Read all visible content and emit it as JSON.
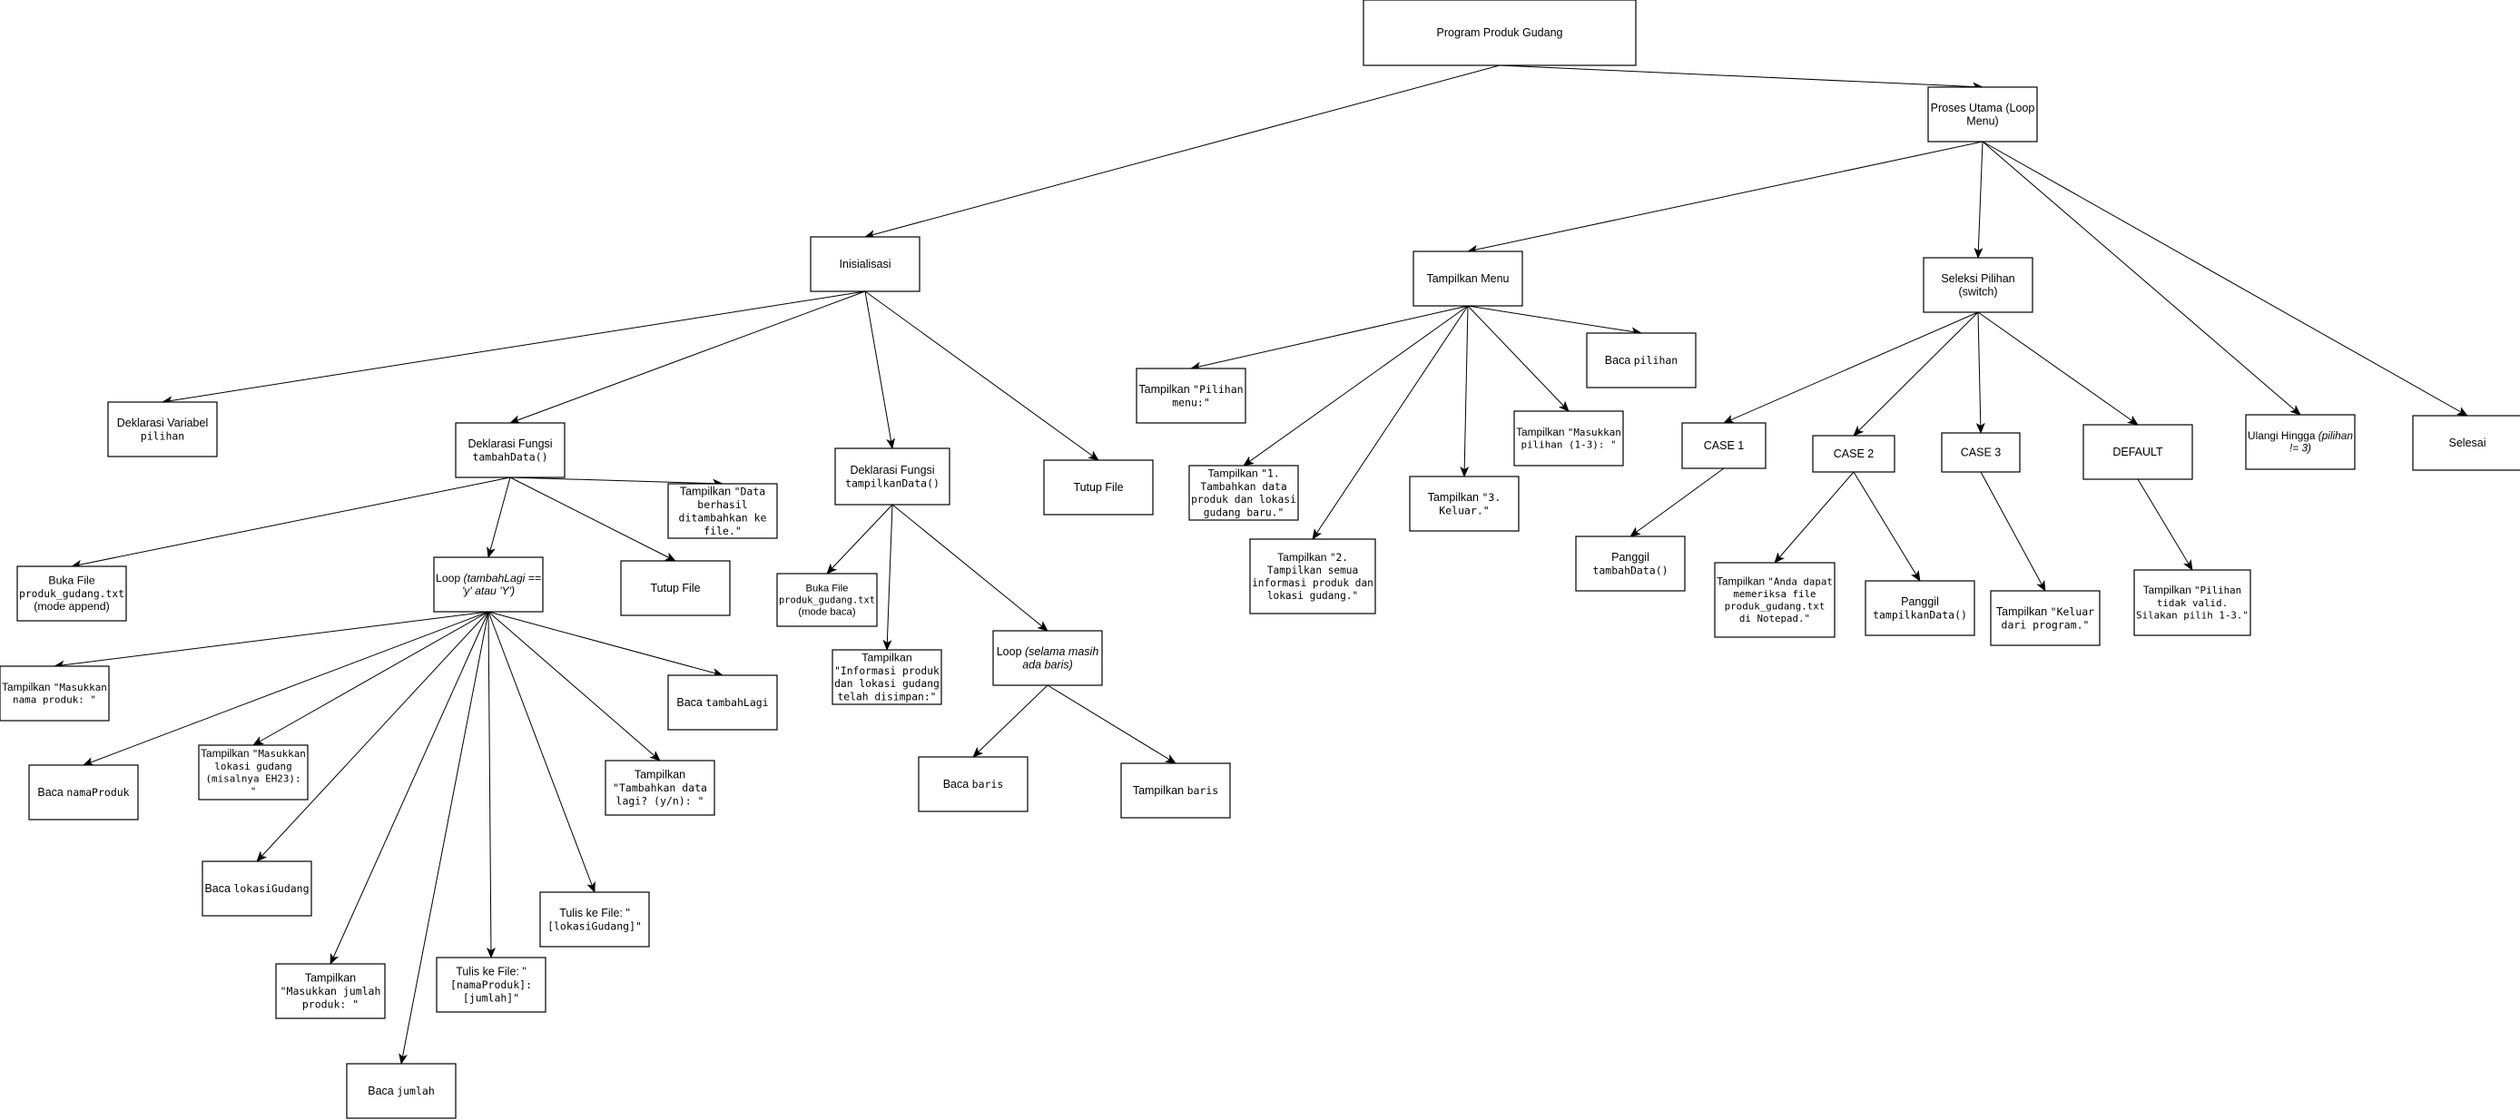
{
  "nodes": [
    {
      "id": "root",
      "lines": [
        [
          {
            "t": "Program Produk Gudang"
          }
        ]
      ]
    },
    {
      "id": "proses-utama",
      "lines": [
        [
          {
            "t": "Proses Utama (Loop"
          }
        ],
        [
          {
            "t": "Menu)"
          }
        ]
      ]
    },
    {
      "id": "inisialisasi",
      "lines": [
        [
          {
            "t": "Inisialisasi"
          }
        ]
      ]
    },
    {
      "id": "tampilkan-menu",
      "lines": [
        [
          {
            "t": "Tampilkan Menu"
          }
        ]
      ]
    },
    {
      "id": "seleksi-pilihan",
      "lines": [
        [
          {
            "t": "Seleksi Pilihan"
          }
        ],
        [
          {
            "t": "(switch)"
          }
        ]
      ]
    },
    {
      "id": "deklarasi-variabel",
      "lines": [
        [
          {
            "t": "Deklarasi Variabel"
          }
        ],
        [
          {
            "t": "pilihan",
            "m": 1
          }
        ]
      ]
    },
    {
      "id": "deklarasi-tambahdata",
      "lines": [
        [
          {
            "t": "Deklarasi Fungsi"
          }
        ],
        [
          {
            "t": "tambahData()",
            "m": 1
          }
        ]
      ]
    },
    {
      "id": "deklarasi-tampilkandata",
      "lines": [
        [
          {
            "t": "Deklarasi Fungsi"
          }
        ],
        [
          {
            "t": "tampilkanData()",
            "m": 1
          }
        ]
      ]
    },
    {
      "id": "tutup-file-init",
      "lines": [
        [
          {
            "t": "Tutup File"
          }
        ]
      ]
    },
    {
      "id": "tampilkan-pilihan-menu",
      "lines": [
        [
          {
            "t": "Tampilkan "
          },
          {
            "t": "\"Pilihan",
            "m": 1
          }
        ],
        [
          {
            "t": "menu:\"",
            "m": 1
          }
        ]
      ]
    },
    {
      "id": "baca-pilihan",
      "lines": [
        [
          {
            "t": "Baca "
          },
          {
            "t": "pilihan",
            "m": 1
          }
        ]
      ]
    },
    {
      "id": "tampilkan-masukkan-pilihan",
      "lines": [
        [
          {
            "t": "Tampilkan "
          },
          {
            "t": "\"Masukkan",
            "m": 1
          }
        ],
        [
          {
            "t": "pilihan (1-3): \"",
            "m": 1
          }
        ]
      ]
    },
    {
      "id": "tampilkan-1",
      "lines": [
        [
          {
            "t": "Tampilkan "
          },
          {
            "t": "\"1.",
            "m": 1
          }
        ],
        [
          {
            "t": "Tambahkan data",
            "m": 1
          }
        ],
        [
          {
            "t": "produk dan lokasi",
            "m": 1
          }
        ],
        [
          {
            "t": "gudang baru.\"",
            "m": 1
          }
        ]
      ]
    },
    {
      "id": "tampilkan-3",
      "lines": [
        [
          {
            "t": "Tampilkan "
          },
          {
            "t": "\"3.",
            "m": 1
          }
        ],
        [
          {
            "t": "Keluar.\"",
            "m": 1
          }
        ]
      ]
    },
    {
      "id": "tampilkan-2",
      "lines": [
        [
          {
            "t": "Tampilkan "
          },
          {
            "t": "\"2.",
            "m": 1
          }
        ],
        [
          {
            "t": "Tampilkan semua",
            "m": 1
          }
        ],
        [
          {
            "t": "informasi produk dan",
            "m": 1
          }
        ],
        [
          {
            "t": "lokasi gudang.\"",
            "m": 1
          }
        ]
      ]
    },
    {
      "id": "buka-file-append",
      "lines": [
        [
          {
            "t": "Buka File"
          }
        ],
        [
          {
            "t": "produk_gudang.txt",
            "m": 1
          }
        ],
        [
          {
            "t": "(mode append)"
          }
        ]
      ]
    },
    {
      "id": "loop-tambahlagi",
      "lines": [
        [
          {
            "t": "Loop "
          },
          {
            "t": "(tambahLagi ==",
            "i": 1
          }
        ],
        [
          {
            "t": "'y' atau 'Y')",
            "i": 1
          }
        ]
      ]
    },
    {
      "id": "tutup-file-tambah",
      "lines": [
        [
          {
            "t": "Tutup File"
          }
        ]
      ]
    },
    {
      "id": "tampilkan-data-berhasil",
      "lines": [
        [
          {
            "t": "Tampilkan "
          },
          {
            "t": "\"Data",
            "m": 1
          }
        ],
        [
          {
            "t": "berhasil",
            "m": 1
          }
        ],
        [
          {
            "t": "ditambahkan ke",
            "m": 1
          }
        ],
        [
          {
            "t": "file.\"",
            "m": 1
          }
        ]
      ]
    },
    {
      "id": "buka-file-baca",
      "lines": [
        [
          {
            "t": "Buka File"
          }
        ],
        [
          {
            "t": "produk_gudang.txt",
            "m": 1
          }
        ],
        [
          {
            "t": "(mode baca)"
          }
        ]
      ]
    },
    {
      "id": "tampilkan-informasi",
      "lines": [
        [
          {
            "t": "Tampilkan"
          }
        ],
        [
          {
            "t": "\"Informasi produk",
            "m": 1
          }
        ],
        [
          {
            "t": "dan lokasi gudang",
            "m": 1
          }
        ],
        [
          {
            "t": "telah disimpan:\"",
            "m": 1
          }
        ]
      ]
    },
    {
      "id": "loop-baris",
      "lines": [
        [
          {
            "t": "Loop "
          },
          {
            "t": "(selama masih",
            "i": 1
          }
        ],
        [
          {
            "t": "ada baris)",
            "i": 1
          }
        ]
      ]
    },
    {
      "id": "baca-baris",
      "lines": [
        [
          {
            "t": "Baca "
          },
          {
            "t": "baris",
            "m": 1
          }
        ]
      ]
    },
    {
      "id": "tampilkan-baris",
      "lines": [
        [
          {
            "t": "Tampilkan "
          },
          {
            "t": "baris",
            "m": 1
          }
        ]
      ]
    },
    {
      "id": "tampilkan-masukkan-nama",
      "lines": [
        [
          {
            "t": "Tampilkan "
          },
          {
            "t": "\"Masukkan",
            "m": 1
          }
        ],
        [
          {
            "t": "nama produk: \"",
            "m": 1
          }
        ]
      ]
    },
    {
      "id": "baca-tambahlagi",
      "lines": [
        [
          {
            "t": "Baca "
          },
          {
            "t": "tambahLagi",
            "m": 1
          }
        ]
      ]
    },
    {
      "id": "baca-namaproduk",
      "lines": [
        [
          {
            "t": "Baca "
          },
          {
            "t": "namaProduk",
            "m": 1
          }
        ]
      ]
    },
    {
      "id": "tampilkan-masukkan-lokasi",
      "lines": [
        [
          {
            "t": "Tampilkan "
          },
          {
            "t": "\"Masukkan",
            "m": 1
          }
        ],
        [
          {
            "t": "lokasi gudang",
            "m": 1
          }
        ],
        [
          {
            "t": "(misalnya EH23):",
            "m": 1
          }
        ],
        [
          {
            "t": "\"",
            "m": 1
          }
        ]
      ]
    },
    {
      "id": "tampilkan-tambahkan-lagi",
      "lines": [
        [
          {
            "t": "Tampilkan"
          }
        ],
        [
          {
            "t": "\"Tambahkan data",
            "m": 1
          }
        ],
        [
          {
            "t": "lagi? (y/n): \"",
            "m": 1
          }
        ]
      ]
    },
    {
      "id": "baca-lokasigudang",
      "lines": [
        [
          {
            "t": "Baca "
          },
          {
            "t": "lokasiGudang",
            "m": 1
          }
        ]
      ]
    },
    {
      "id": "tulis-lokasigudang",
      "lines": [
        [
          {
            "t": "Tulis ke File: \""
          }
        ],
        [
          {
            "t": "[lokasiGudang]\"",
            "m": 1
          }
        ]
      ]
    },
    {
      "id": "tampilkan-masukkan-jumlah",
      "lines": [
        [
          {
            "t": "Tampilkan"
          }
        ],
        [
          {
            "t": "\"Masukkan jumlah",
            "m": 1
          }
        ],
        [
          {
            "t": "produk: \"",
            "m": 1
          }
        ]
      ]
    },
    {
      "id": "tulis-namaproduk-jumlah",
      "lines": [
        [
          {
            "t": "Tulis ke File: \""
          }
        ],
        [
          {
            "t": "[namaProduk]:",
            "m": 1
          }
        ],
        [
          {
            "t": "[jumlah]\"",
            "m": 1
          }
        ]
      ]
    },
    {
      "id": "baca-jumlah",
      "lines": [
        [
          {
            "t": "Baca "
          },
          {
            "t": "jumlah",
            "m": 1
          }
        ]
      ]
    },
    {
      "id": "case-1",
      "lines": [
        [
          {
            "t": "CASE 1"
          }
        ]
      ]
    },
    {
      "id": "case-2",
      "lines": [
        [
          {
            "t": "CASE 2"
          }
        ]
      ]
    },
    {
      "id": "case-3",
      "lines": [
        [
          {
            "t": "CASE 3"
          }
        ]
      ]
    },
    {
      "id": "default",
      "lines": [
        [
          {
            "t": "DEFAULT"
          }
        ]
      ]
    },
    {
      "id": "ulangi-hingga",
      "lines": [
        [
          {
            "t": "Ulangi Hingga "
          },
          {
            "t": "(pilihan",
            "i": 1
          }
        ],
        [
          {
            "t": "!= 3)",
            "i": 1
          }
        ]
      ]
    },
    {
      "id": "selesai",
      "lines": [
        [
          {
            "t": "Selesai"
          }
        ]
      ]
    },
    {
      "id": "panggil-tambahdata",
      "lines": [
        [
          {
            "t": "Panggil"
          }
        ],
        [
          {
            "t": "tambahData()",
            "m": 1
          }
        ]
      ]
    },
    {
      "id": "tampilkan-anda-dapat",
      "lines": [
        [
          {
            "t": "Tampilkan "
          },
          {
            "t": "\"Anda dapat",
            "m": 1
          }
        ],
        [
          {
            "t": "memeriksa file",
            "m": 1
          }
        ],
        [
          {
            "t": "produk_gudang.txt",
            "m": 1
          }
        ],
        [
          {
            "t": "di Notepad.\"",
            "m": 1
          }
        ]
      ]
    },
    {
      "id": "panggil-tampilkandata",
      "lines": [
        [
          {
            "t": "Panggil"
          }
        ],
        [
          {
            "t": "tampilkanData()",
            "m": 1
          }
        ]
      ]
    },
    {
      "id": "tampilkan-keluar",
      "lines": [
        [
          {
            "t": "Tampilkan "
          },
          {
            "t": "\"Keluar",
            "m": 1
          }
        ],
        [
          {
            "t": "dari program.\"",
            "m": 1
          }
        ]
      ]
    },
    {
      "id": "tampilkan-pilihan-tidak-valid",
      "lines": [
        [
          {
            "t": "Tampilkan "
          },
          {
            "t": "\"Pilihan",
            "m": 1
          }
        ],
        [
          {
            "t": "tidak valid.",
            "m": 1
          }
        ],
        [
          {
            "t": "Silakan pilih 1-3.\"",
            "m": 1
          }
        ]
      ]
    }
  ],
  "edges": [
    [
      "root",
      "proses-utama"
    ],
    [
      "root",
      "inisialisasi"
    ],
    [
      "proses-utama",
      "tampilkan-menu"
    ],
    [
      "proses-utama",
      "seleksi-pilihan"
    ],
    [
      "proses-utama",
      "ulangi-hingga"
    ],
    [
      "proses-utama",
      "selesai"
    ],
    [
      "inisialisasi",
      "deklarasi-variabel"
    ],
    [
      "inisialisasi",
      "deklarasi-tambahdata"
    ],
    [
      "inisialisasi",
      "deklarasi-tampilkandata"
    ],
    [
      "inisialisasi",
      "tutup-file-init"
    ],
    [
      "tampilkan-menu",
      "tampilkan-pilihan-menu"
    ],
    [
      "tampilkan-menu",
      "baca-pilihan"
    ],
    [
      "tampilkan-menu",
      "tampilkan-masukkan-pilihan"
    ],
    [
      "tampilkan-menu",
      "tampilkan-1"
    ],
    [
      "tampilkan-menu",
      "tampilkan-3"
    ],
    [
      "tampilkan-menu",
      "tampilkan-2"
    ],
    [
      "seleksi-pilihan",
      "case-1"
    ],
    [
      "seleksi-pilihan",
      "case-2"
    ],
    [
      "seleksi-pilihan",
      "case-3"
    ],
    [
      "seleksi-pilihan",
      "default"
    ],
    [
      "deklarasi-tambahdata",
      "buka-file-append"
    ],
    [
      "deklarasi-tambahdata",
      "loop-tambahlagi"
    ],
    [
      "deklarasi-tambahdata",
      "tutup-file-tambah"
    ],
    [
      "deklarasi-tambahdata",
      "tampilkan-data-berhasil"
    ],
    [
      "deklarasi-tampilkandata",
      "buka-file-baca"
    ],
    [
      "deklarasi-tampilkandata",
      "tampilkan-informasi"
    ],
    [
      "deklarasi-tampilkandata",
      "loop-baris"
    ],
    [
      "loop-baris",
      "baca-baris"
    ],
    [
      "loop-baris",
      "tampilkan-baris"
    ],
    [
      "loop-tambahlagi",
      "tampilkan-masukkan-nama"
    ],
    [
      "loop-tambahlagi",
      "baca-tambahlagi"
    ],
    [
      "loop-tambahlagi",
      "baca-namaproduk"
    ],
    [
      "loop-tambahlagi",
      "tampilkan-masukkan-lokasi"
    ],
    [
      "loop-tambahlagi",
      "tampilkan-tambahkan-lagi"
    ],
    [
      "loop-tambahlagi",
      "baca-lokasigudang"
    ],
    [
      "loop-tambahlagi",
      "tulis-lokasigudang"
    ],
    [
      "loop-tambahlagi",
      "tampilkan-masukkan-jumlah"
    ],
    [
      "loop-tambahlagi",
      "tulis-namaproduk-jumlah"
    ],
    [
      "loop-tambahlagi",
      "baca-jumlah"
    ],
    [
      "case-1",
      "panggil-tambahdata"
    ],
    [
      "case-2",
      "tampilkan-anda-dapat"
    ],
    [
      "case-2",
      "panggil-tampilkandata"
    ],
    [
      "case-3",
      "tampilkan-keluar"
    ],
    [
      "default",
      "tampilkan-pilihan-tidak-valid"
    ]
  ]
}
